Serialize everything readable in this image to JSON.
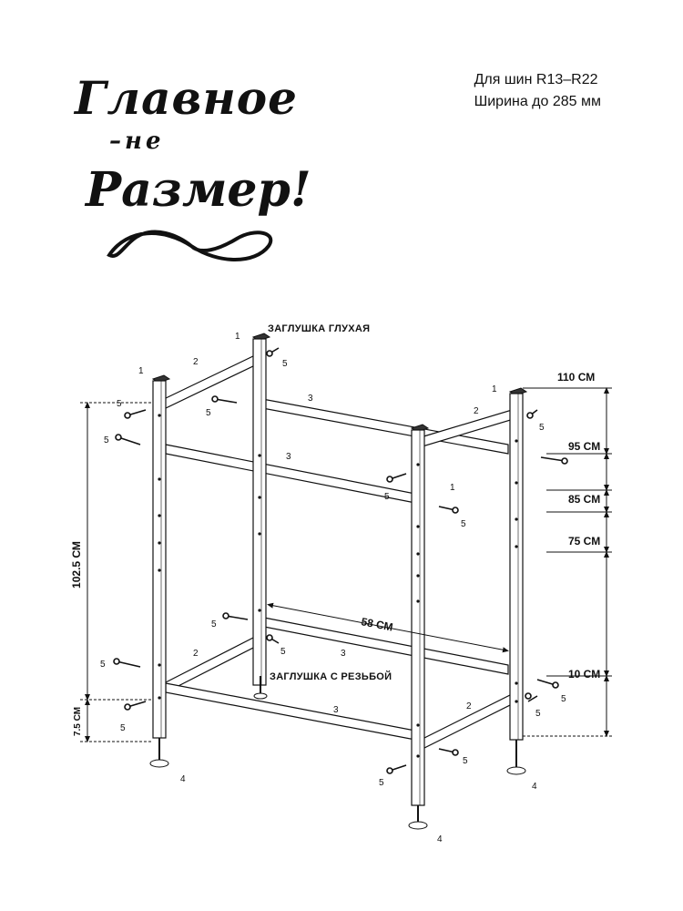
{
  "logo": {
    "line1": "Главное",
    "line2": "–не",
    "line3": "Размер!"
  },
  "spec": {
    "line1": "Для шин R13–R22",
    "line2": "Ширина до 285 мм"
  },
  "diagram": {
    "caption_top": "ЗАГЛУШКА ГЛУХАЯ",
    "caption_bottom": "ЗАГЛУШКА С РЕЗЬБОЙ",
    "dims": {
      "total_height": "102.5 СМ",
      "foot_height": "7.5 СМ",
      "width": "58 СМ",
      "h110": "110 СМ",
      "h95": "95 СМ",
      "h85": "85 СМ",
      "h75": "75 СМ",
      "h10": "10 СМ"
    },
    "parts": {
      "post": "1",
      "short_bar": "2",
      "long_bar": "3",
      "foot": "4",
      "bolt": "5"
    }
  }
}
